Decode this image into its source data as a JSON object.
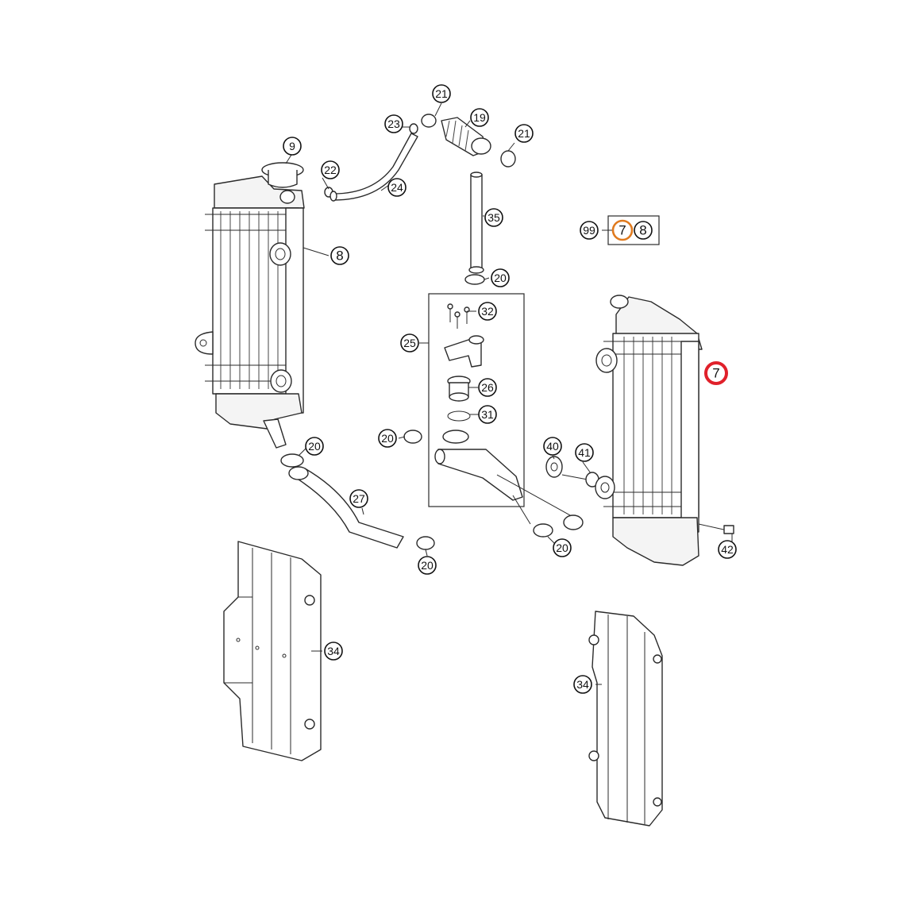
{
  "colors": {
    "line": "#2a2a2a",
    "highlight_red": "#e0202a",
    "highlight_orange": "#e07a1e"
  },
  "callouts": {
    "c9": "9",
    "c22": "22",
    "c23": "23",
    "c24": "24",
    "c21_top": "21",
    "c19": "19",
    "c21_right": "21",
    "c35": "35",
    "c99": "99",
    "c99_7": "7",
    "c99_8": "8",
    "c8": "8",
    "c20_top": "20",
    "c32": "32",
    "c25": "25",
    "c26": "26",
    "c31": "31",
    "c7_highlight": "7",
    "c20_left": "20",
    "c20_mid": "20",
    "c40": "40",
    "c41": "41",
    "c27": "27",
    "c20_bottom": "20",
    "c20_right": "20",
    "c42": "42",
    "c34_left": "34",
    "c34_right": "34"
  }
}
